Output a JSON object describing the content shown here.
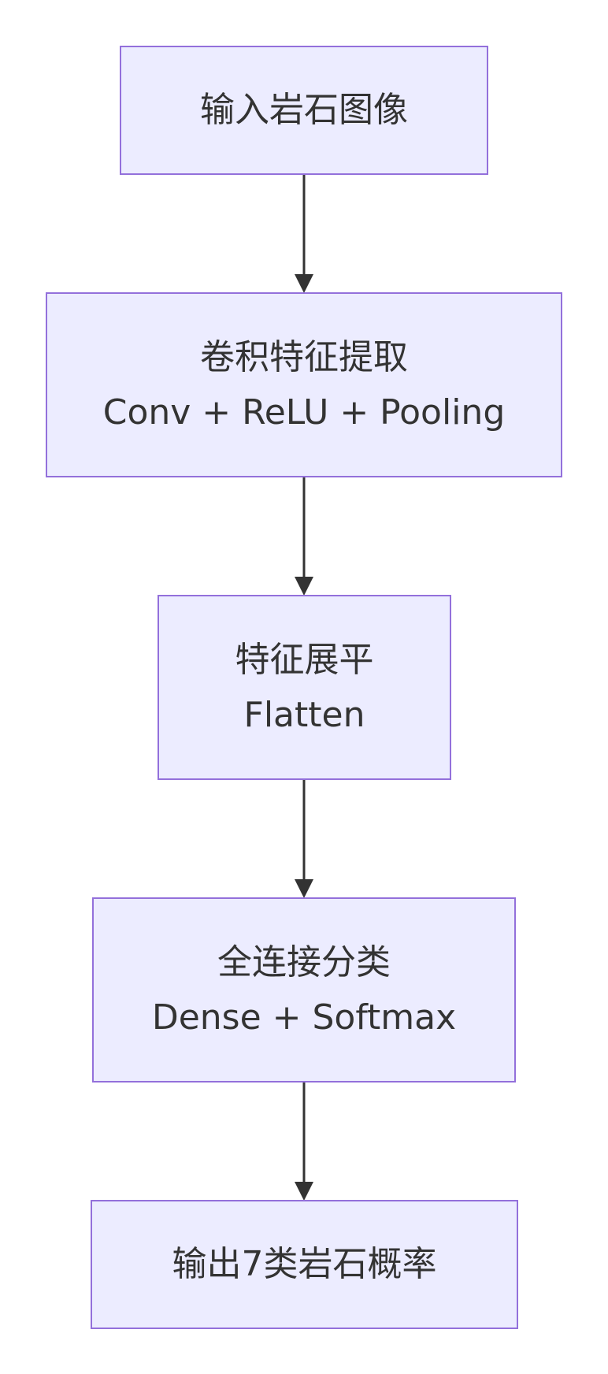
{
  "nodes": {
    "input": {
      "line1": "输入岩石图像"
    },
    "conv": {
      "line1": "卷积特征提取",
      "line2": "Conv + ReLU + Pooling"
    },
    "flatten": {
      "line1": "特征展平",
      "line2": "Flatten"
    },
    "dense": {
      "line1": "全连接分类",
      "line2": "Dense + Softmax"
    },
    "output": {
      "line1": "输出7类岩石概率"
    }
  },
  "colors": {
    "node_fill": "#ececff",
    "node_stroke": "#9370db",
    "edge": "#333333",
    "text": "#333333"
  }
}
